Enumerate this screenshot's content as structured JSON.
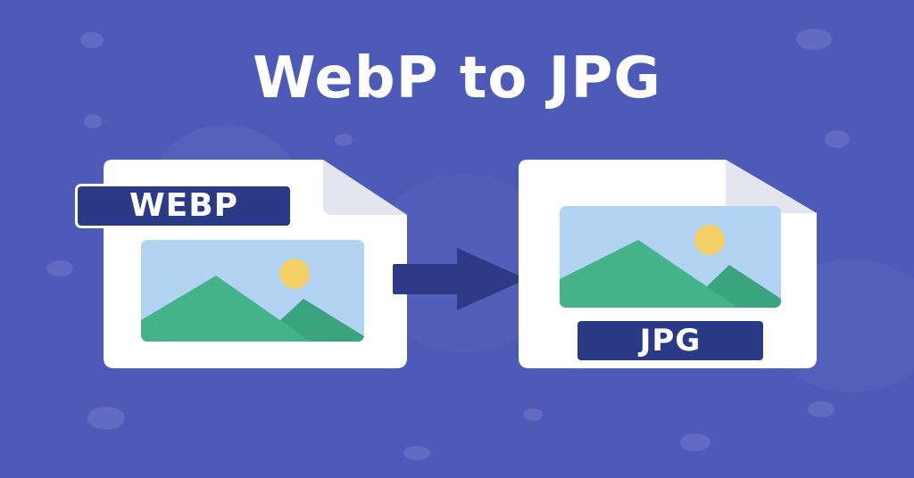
{
  "title": "WebP to JPG",
  "source_format": {
    "label": "WEBP"
  },
  "target_format": {
    "label": "JPG"
  },
  "icons": {
    "source_document": "image-file-icon",
    "target_document": "image-file-icon",
    "convert_arrow": "arrow-right-icon",
    "landscape": "landscape-image-icon"
  },
  "colors": {
    "background": "#4d5ab7",
    "document": "#ffffff",
    "badge": "#2a3a86",
    "arrow": "#2e3a86",
    "sky": "#b3d3f3",
    "mountain": "#45b38a",
    "mountain_back": "#3aa47f",
    "sun": "#f2d066"
  }
}
